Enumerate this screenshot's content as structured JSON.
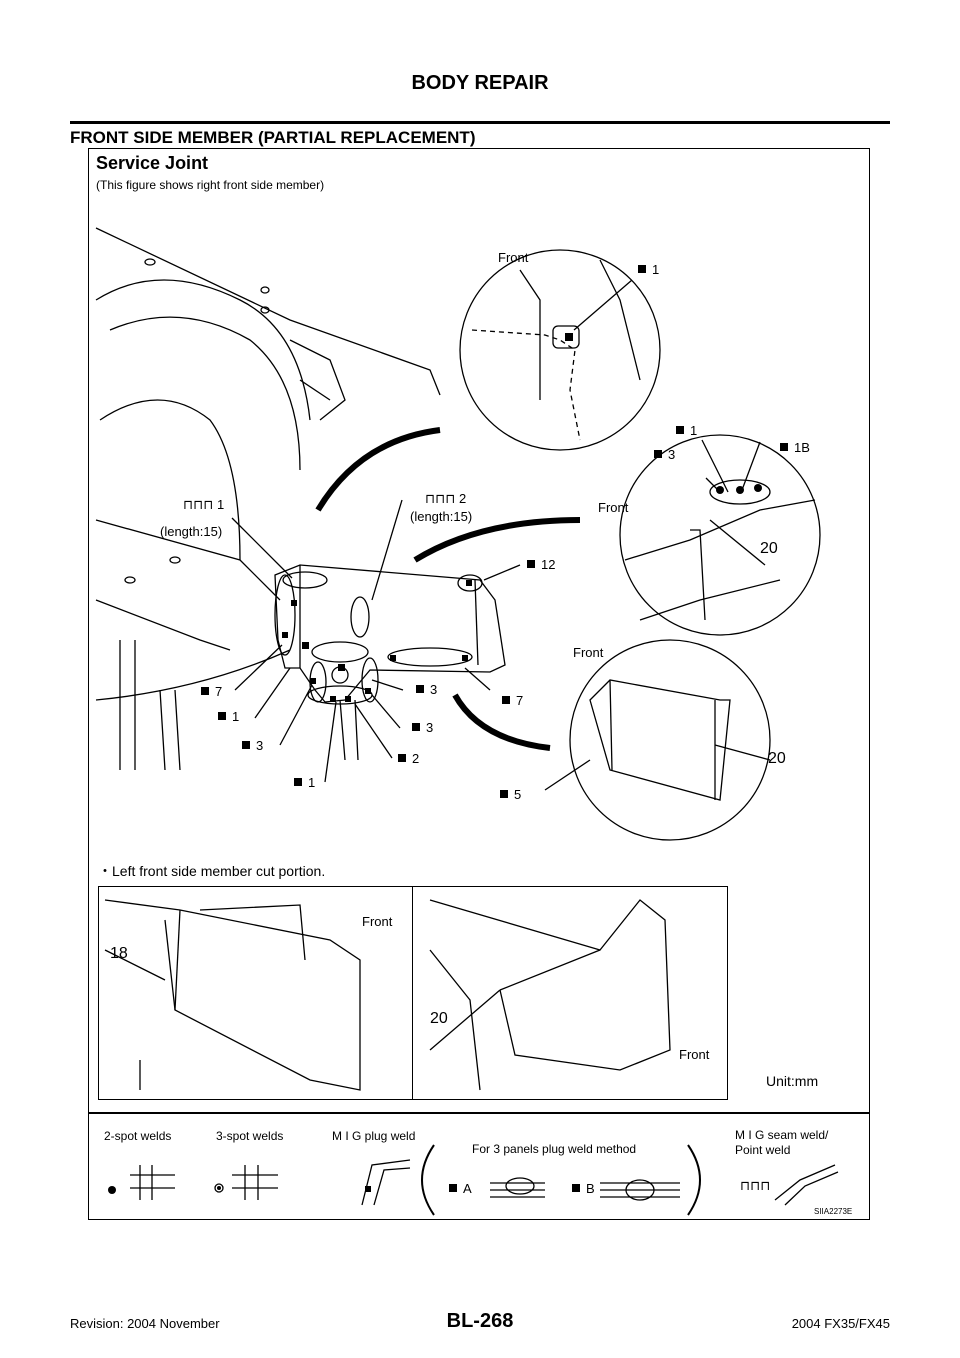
{
  "header": {
    "title": "BODY REPAIR"
  },
  "section": {
    "title": "FRONT SIDE MEMBER (PARTIAL REPLACEMENT)"
  },
  "figure": {
    "title": "Service Joint",
    "subtitle": "(This figure shows right front side member)",
    "front_label": "Front",
    "callouts": {
      "seam1_num": "1",
      "seam1_len": "(length:15)",
      "seam2_num": "2",
      "seam2_len": "(length:15)",
      "c_12": "12",
      "c_7a": "7",
      "c_1a": "1",
      "c_3a": "3",
      "c_1b": "1",
      "c_3b": "3",
      "c_3c": "3",
      "c_2": "2",
      "c_7b": "7",
      "d1_1": "1",
      "d2_1": "1",
      "d2_3": "3",
      "d2_1b": "1B",
      "d3_5": "5",
      "dim_20a": "20",
      "dim_20b": "20",
      "dim_18": "18",
      "dim_20c": "20"
    },
    "lower_note": "・Left front side member cut portion.",
    "unit": "Unit:mm",
    "code": "SIIA2273E"
  },
  "legend": {
    "two_spot": "2-spot welds",
    "three_spot": "3-spot welds",
    "mig_plug": "M I G plug weld",
    "three_panels": "For 3 panels plug weld method",
    "a_label": "A",
    "b_label": "B",
    "mig_seam_1": "M I G seam weld/",
    "mig_seam_2": "Point weld"
  },
  "footer": {
    "revision": "Revision: 2004 November",
    "page": "BL-268",
    "model": "2004 FX35/FX45"
  }
}
